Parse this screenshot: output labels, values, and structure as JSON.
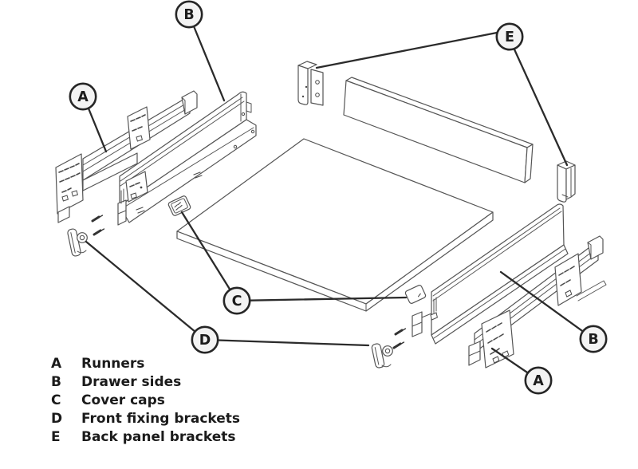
{
  "figure": {
    "callouts": {
      "a_left": "A",
      "b_top": "B",
      "e_top": "E",
      "c_center": "C",
      "d_center": "D",
      "b_right": "B",
      "a_right": "A"
    },
    "legend": [
      {
        "key": "A",
        "label": "Runners"
      },
      {
        "key": "B",
        "label": "Drawer sides"
      },
      {
        "key": "C",
        "label": "Cover caps"
      },
      {
        "key": "D",
        "label": "Front fixing brackets"
      },
      {
        "key": "E",
        "label": "Back panel brackets"
      }
    ],
    "colors": {
      "background": "#ffffff",
      "part_line": "#555555",
      "leader_line": "#2b2b2b",
      "callout_fill": "#f3f3f3",
      "callout_stroke": "#262626",
      "text": "#1b1b1b"
    }
  }
}
